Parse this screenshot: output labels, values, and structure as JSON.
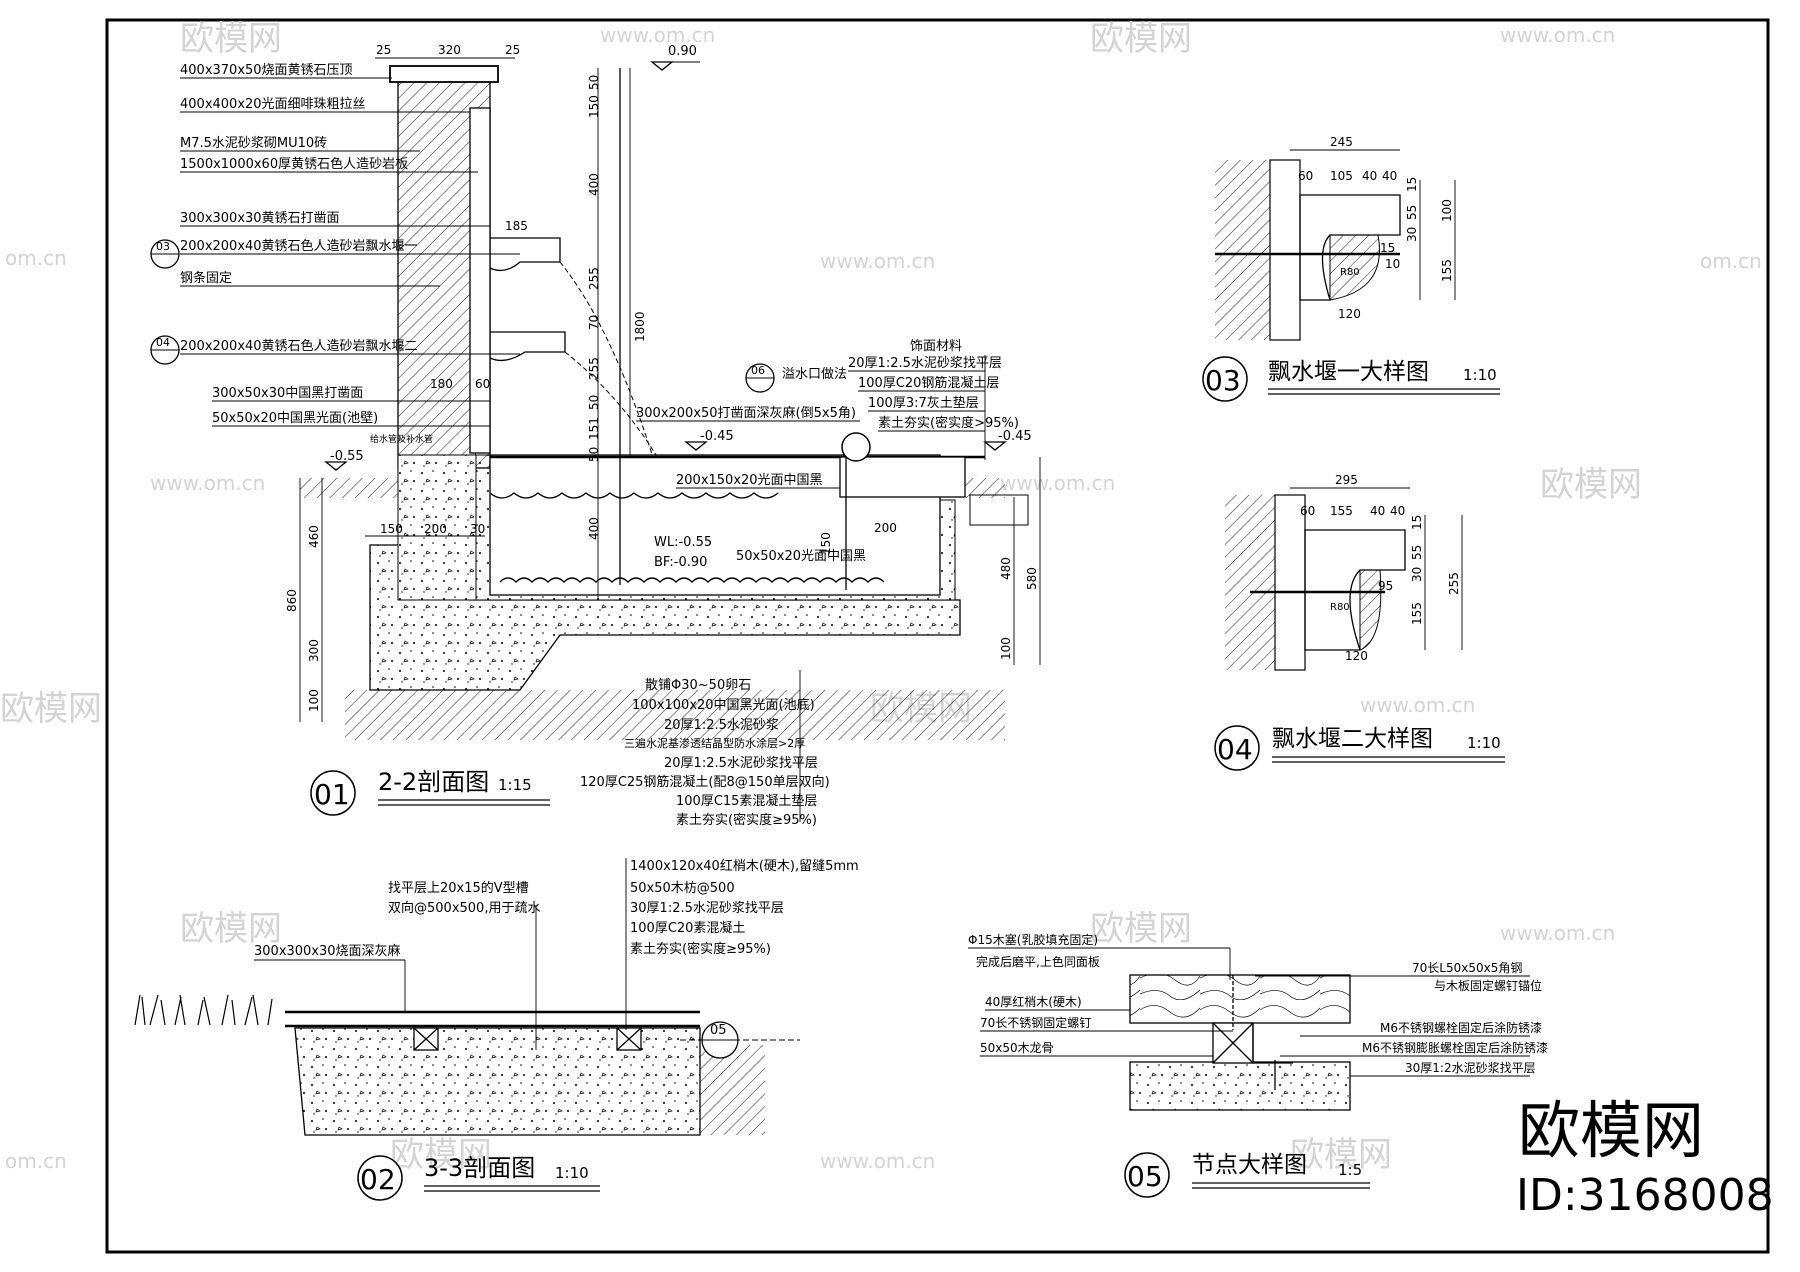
{
  "watermark": {
    "brand": "欧模网",
    "domain": "www.om.cn",
    "short_domain": "om.cn"
  },
  "stamp": {
    "brand": "欧模网",
    "id": "ID:3168008"
  },
  "drawings": {
    "s01": {
      "num": "01",
      "title": "2-2剖面图",
      "scale": "1:15"
    },
    "s02": {
      "num": "02",
      "title": "3-3剖面图",
      "scale": "1:10"
    },
    "s03": {
      "num": "03",
      "title": "飘水堰一大样图",
      "scale": "1:10"
    },
    "s04": {
      "num": "04",
      "title": "飘水堰二大样图",
      "scale": "1:10"
    },
    "s05": {
      "num": "05",
      "title": "节点大样图",
      "scale": "1:5"
    }
  },
  "s01_left_labels": [
    "400x370x50烧面黄锈石压顶",
    "400x400x20光面细啡珠粗拉丝",
    "M7.5水泥砂浆砌MU10砖",
    "1500x1000x60厚黄锈石色人造砂岩板",
    "300x300x30黄锈石打凿面",
    "200x200x40黄锈石色人造砂岩飘水堰一",
    "钢条固定",
    "200x200x40黄锈石色人造砂岩飘水堰二",
    "300x50x30中国黑打凿面",
    "50x50x20中国黑光面(池壁)"
  ],
  "s01_refs": {
    "a": "03",
    "b": "04",
    "c": "06"
  },
  "s01_right_labels": [
    "饰面材料",
    "20厚1:2.5水泥砂浆找平层",
    "100厚C20钢筋混凝土层",
    "100厚3:7灰土垫层",
    "素土夯实(密实度>95%)"
  ],
  "s01_mid_labels": {
    "drain": "溢水口做法",
    "coping": "300x200x50打凿面深灰麻(倒5x5角)",
    "cap": "200x150x20光面中国黑",
    "edge": "50x50x20光面中国黑",
    "wl": "WL:-0.55",
    "bf": "BF:-0.90",
    "bottom_pipe": "给水管及补水管"
  },
  "s01_bottom_labels": [
    "散铺Φ30~50卵石",
    "100x100x20中国黑光面(池底)",
    "20厚1:2.5水泥砂浆",
    "三遍水泥基渗透结晶型防水涂层>2厚",
    "20厚1:2.5水泥砂浆找平层",
    "120厚C25钢筋混凝土(配8@150单层双向)",
    "100厚C15素混凝土垫层",
    "素土夯实(密实度≥95%)"
  ],
  "s01_levels": [
    "0.90",
    "-0.45",
    "-0.45",
    "-0.55"
  ],
  "s01_dims_top": [
    "25",
    "320",
    "25"
  ],
  "s01_dims_right": [
    "50",
    "150",
    "400",
    "255",
    "70",
    "255",
    "50",
    "151",
    "50",
    "400",
    "1800"
  ],
  "s01_dims_left": [
    "460",
    "300",
    "100",
    "860"
  ],
  "s01_dims_misc": [
    "185",
    "180",
    "60",
    "150",
    "200",
    "30",
    "200",
    "150",
    "480",
    "580",
    "100"
  ],
  "s02_labels": {
    "groove": "找平层上20x15的V型槽",
    "groove2": "双向@500x500,用于疏水",
    "paving": "300x300x30烧面深灰麻",
    "wood": "1400x120x40红梢木(硬木),留缝5mm",
    "joist": "50x50木枋@500",
    "screed": "30厚1:2.5水泥砂浆找平层",
    "concrete": "100厚C20素混凝土",
    "soil": "素土夯实(密实度≥95%)"
  },
  "s02_ref": "05",
  "s03_dims": [
    "245",
    "60",
    "105",
    "40",
    "40",
    "15",
    "55",
    "30",
    "100",
    "15",
    "10",
    "155",
    "120",
    "R80"
  ],
  "s04_dims": [
    "295",
    "60",
    "155",
    "40",
    "40",
    "15",
    "55",
    "30",
    "255",
    "95",
    "155",
    "120",
    "R80"
  ],
  "s05_labels": {
    "plug": "Φ15木塞(乳胶填充固定)",
    "plug2": "完成后磨平,上色同面板",
    "board": "40厚红梢木(硬木)",
    "screw": "70长不锈钢固定螺钉",
    "joist": "50x50木龙骨",
    "angle": "70长L50x50x5角钢",
    "angle2": "与木板固定螺钉锚位",
    "bolt1": "M6不锈钢螺栓固定后涂防锈漆",
    "bolt2": "M6不锈钢膨胀螺栓固定后涂防锈漆",
    "screed": "30厚1:2水泥砂浆找平层"
  }
}
